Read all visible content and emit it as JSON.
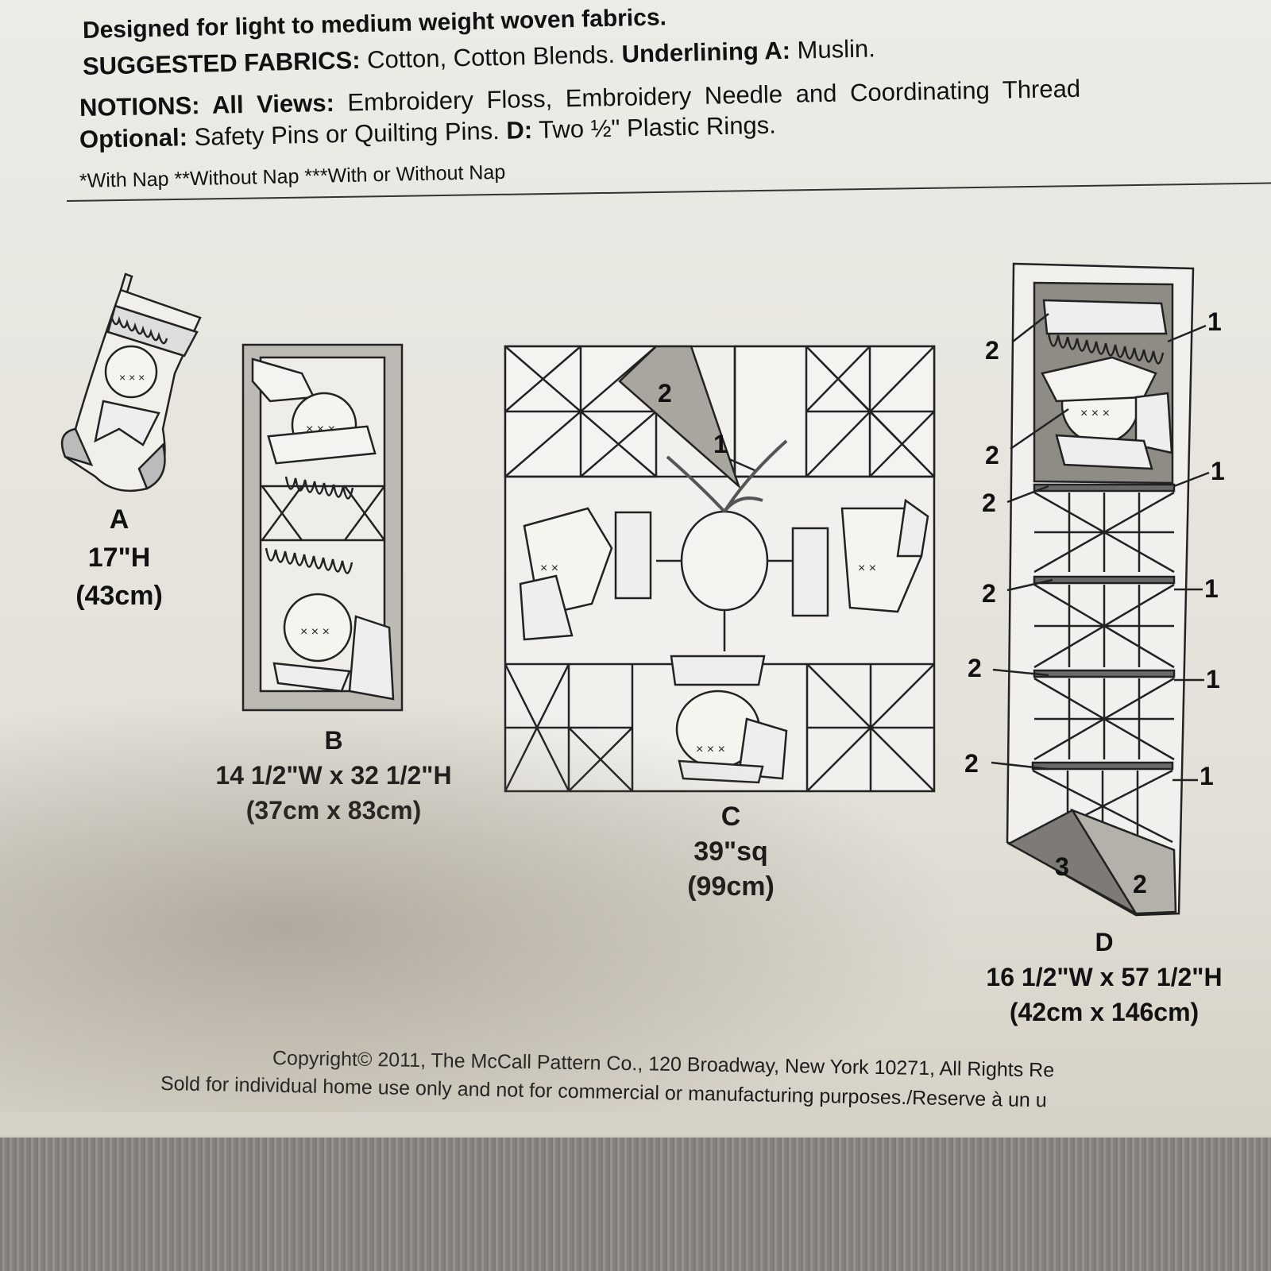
{
  "header": {
    "line1": "Designed for light to medium weight woven fabrics.",
    "suggested_label": "SUGGESTED FABRICS:",
    "suggested_text": " Cotton, Cotton Blends. ",
    "underlining_label": "Underlining A:",
    "underlining_text": " Muslin.",
    "notions_label": "NOTIONS: All Views:",
    "notions_text": " Embroidery Floss, Embroidery Needle and Coordinating Thread",
    "optional_label": "Optional:",
    "optional_text": " Safety Pins or Quilting Pins. ",
    "d_label": "D:",
    "d_text": " Two ½\" Plastic Rings.",
    "nap_line": "*With Nap **Without Nap ***With or Without Nap"
  },
  "views": {
    "a": {
      "letter": "A",
      "size": "17\"H",
      "metric": "(43cm)"
    },
    "b": {
      "letter": "B",
      "size": "14 1/2\"W x  32 1/2\"H",
      "metric": "(37cm x 83cm)"
    },
    "c": {
      "letter": "C",
      "size": "39\"sq",
      "metric": "(99cm)",
      "callouts": [
        "2",
        "1"
      ]
    },
    "d": {
      "letter": "D",
      "size": "16 1/2\"W x  57 1/2\"H",
      "metric": "(42cm x 146cm)",
      "callouts_left": [
        "2",
        "2",
        "2",
        "2",
        "2",
        "2"
      ],
      "callouts_right": [
        "1",
        "1",
        "1",
        "1",
        "1"
      ],
      "corner_labels": [
        "3",
        "2"
      ]
    }
  },
  "footer": {
    "copyright": "Copyright© 2011,  The McCall Pattern Co., 120 Broadway, New York 10271, All Rights Re",
    "sold": "Sold for individual home use only and not for commercial or manufacturing purposes./Reserve à un u"
  }
}
